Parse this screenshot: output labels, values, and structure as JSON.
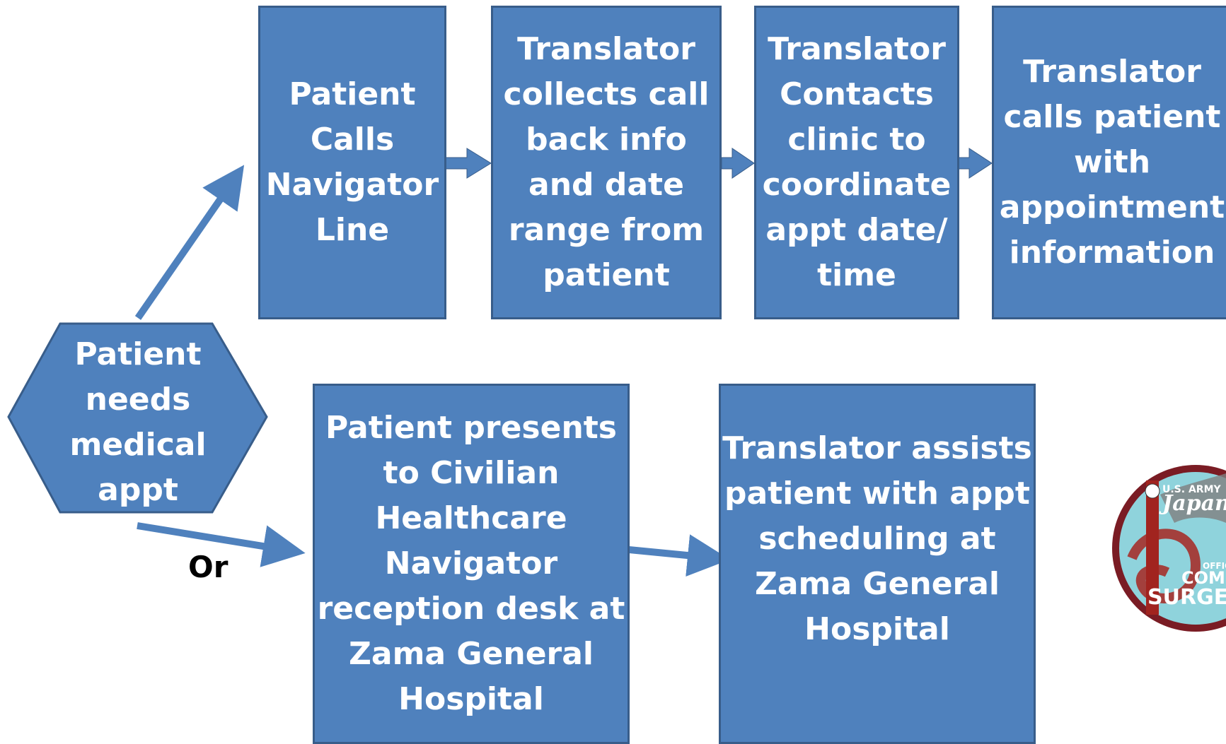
{
  "start": {
    "lines": [
      "Patient",
      "needs",
      "medical",
      "appt"
    ]
  },
  "connector_label": "Or",
  "top_path": [
    {
      "lines": [
        "Patient",
        "Calls",
        "Navigator",
        "Line"
      ]
    },
    {
      "lines": [
        "Translator",
        "collects call",
        "back info",
        "and date",
        "range from",
        "patient"
      ]
    },
    {
      "lines": [
        "Translator",
        "Contacts",
        "clinic to",
        "coordinate",
        "appt date/",
        "time"
      ]
    },
    {
      "lines": [
        "Translator",
        "calls patient",
        "with",
        "appointment",
        "information"
      ]
    }
  ],
  "bottom_path": [
    {
      "lines": [
        "Patient presents",
        "to Civilian",
        "Healthcare",
        "Navigator",
        "reception desk at",
        "Zama General",
        "Hospital"
      ]
    },
    {
      "lines": [
        "Translator assists",
        "patient with appt",
        "scheduling at",
        "Zama General",
        "Hospital"
      ]
    }
  ],
  "seal": {
    "text_top": "U.S. ARMY",
    "text_script": "Japan",
    "text_small": "OFFICE",
    "text_mid": "COMM",
    "text_bottom": "SURGE"
  },
  "colors": {
    "box_fill": "#4f81bd",
    "box_border": "#385d8a",
    "text": "#ffffff"
  }
}
